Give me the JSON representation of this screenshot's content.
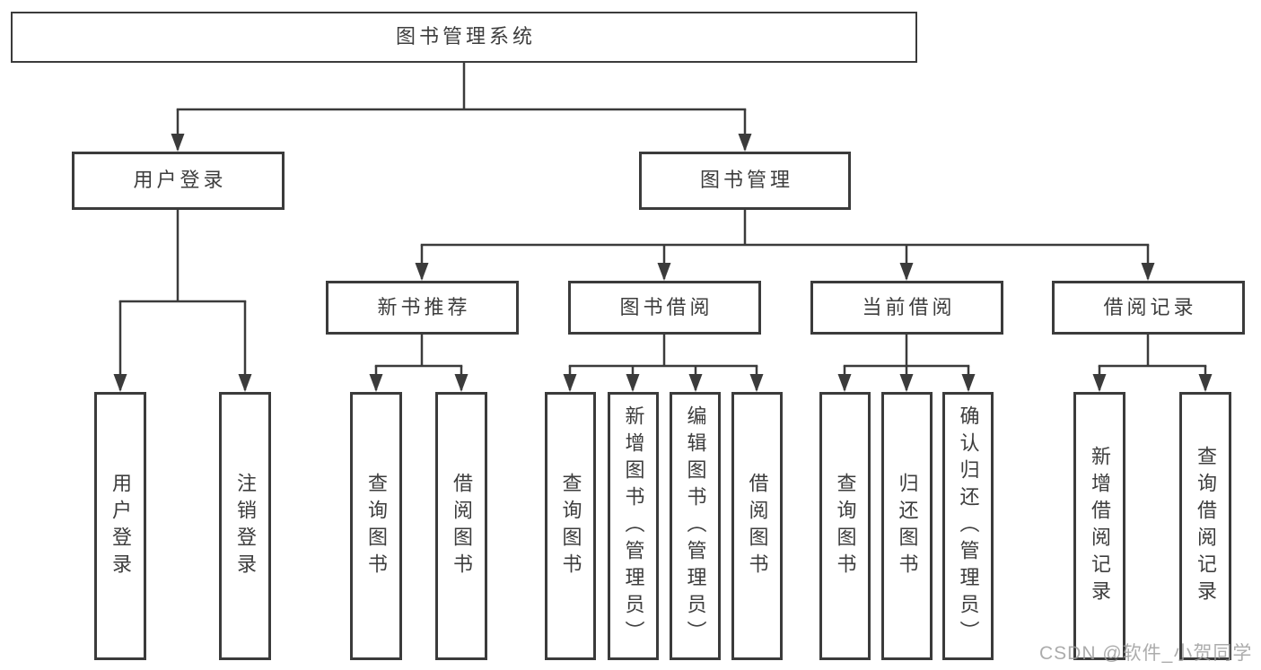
{
  "diagram": {
    "root": {
      "label": "图书管理系统"
    },
    "children": [
      {
        "label": "用户登录",
        "children": [
          {
            "label": "用户登录"
          },
          {
            "label": "注销登录"
          }
        ]
      },
      {
        "label": "图书管理",
        "children": [
          {
            "label": "新书推荐",
            "children": [
              {
                "label": "查询图书"
              },
              {
                "label": "借阅图书"
              }
            ]
          },
          {
            "label": "图书借阅",
            "children": [
              {
                "label": "查询图书"
              },
              {
                "label": "新增图书（管理员）"
              },
              {
                "label": "编辑图书（管理员）"
              },
              {
                "label": "借阅图书"
              }
            ]
          },
          {
            "label": "当前借阅",
            "children": [
              {
                "label": "查询图书"
              },
              {
                "label": "归还图书"
              },
              {
                "label": "确认归还（管理员）"
              }
            ]
          },
          {
            "label": "借阅记录",
            "children": [
              {
                "label": "新增借阅记录"
              },
              {
                "label": "查询借阅记录"
              }
            ]
          }
        ]
      }
    ]
  },
  "watermark": {
    "text": "CSDN @软件_小贺同学"
  },
  "colors": {
    "line": "#3b3b3b",
    "text": "#3d3d3d",
    "background": "#ffffff",
    "watermark": "#9e9e9e"
  }
}
